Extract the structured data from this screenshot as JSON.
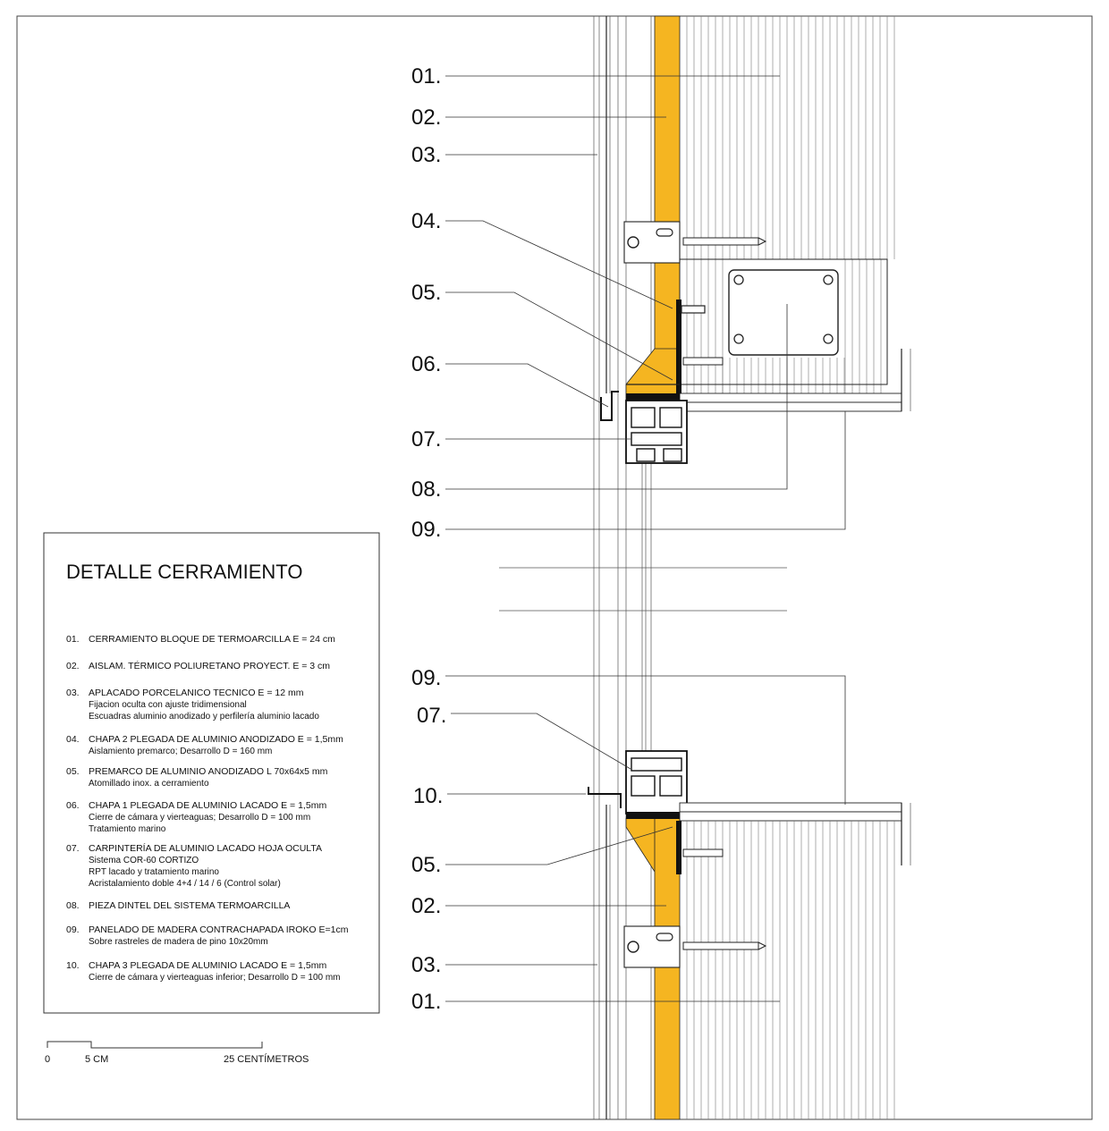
{
  "legend": {
    "title": "DETALLE CERRAMIENTO",
    "items": [
      {
        "num": "01.",
        "lines": [
          "CERRAMIENTO BLOQUE DE TERMOARCILLA E = 24 cm"
        ]
      },
      {
        "num": "02.",
        "lines": [
          "AISLAM. TÉRMICO POLIURETANO PROYECT. E = 3 cm"
        ]
      },
      {
        "num": "03.",
        "lines": [
          "APLACADO PORCELANICO TECNICO E = 12 mm",
          "Fijacion oculta con ajuste tridimensional",
          "Escuadras aluminio anodizado y perfilería aluminio lacado"
        ]
      },
      {
        "num": "04.",
        "lines": [
          "CHAPA 2 PLEGADA DE ALUMINIO ANODIZADO  E = 1,5mm",
          "Aislamiento premarco; Desarrollo D = 160 mm"
        ]
      },
      {
        "num": "05.",
        "lines": [
          "PREMARCO DE ALUMINIO ANODIZADO L 70x64x5 mm",
          "Atomillado inox. a cerramiento"
        ]
      },
      {
        "num": "06.",
        "lines": [
          "CHAPA 1 PLEGADA DE ALUMINIO LACADO  E = 1,5mm",
          "Cierre de cámara y vierteaguas; Desarrollo D = 100 mm",
          "Tratamiento marino"
        ]
      },
      {
        "num": "07.",
        "lines": [
          "CARPINTERÍA DE ALUMINIO LACADO HOJA OCULTA",
          "Sistema COR-60 CORTIZO",
          "RPT lacado y tratamiento marino",
          "Acristalamiento doble 4+4 / 14 / 6 (Control solar)"
        ]
      },
      {
        "num": "08.",
        "lines": [
          "PIEZA DINTEL DEL SISTEMA TERMOARCILLA"
        ]
      },
      {
        "num": "09.",
        "lines": [
          "PANELADO DE MADERA CONTRACHAPADA IROKO E=1cm",
          "Sobre rastreles de madera de pino 10x20mm"
        ]
      },
      {
        "num": "10.",
        "lines": [
          "CHAPA 3 PLEGADA DE ALUMINIO LACADO  E = 1,5mm",
          "Cierre de cámara y vierteaguas inferior; Desarrollo D = 100 mm"
        ]
      }
    ]
  },
  "callouts": {
    "c01_top": "01.",
    "c02_top": "02.",
    "c03_top": "03.",
    "c04": "04.",
    "c05_top": "05.",
    "c06": "06.",
    "c07_top": "07.",
    "c08": "08.",
    "c09_top": "09.",
    "c09_bot": "09.",
    "c07_bot": "07.",
    "c10": "10.",
    "c05_bot": "05.",
    "c02_bot": "02.",
    "c03_bot": "03.",
    "c01_bot": "01."
  },
  "scale": {
    "zero": "0",
    "mid": "5 CM",
    "end": "25 CENTÍMETROS"
  },
  "colors": {
    "insulation": "#F5B521",
    "ink": "#111111"
  }
}
